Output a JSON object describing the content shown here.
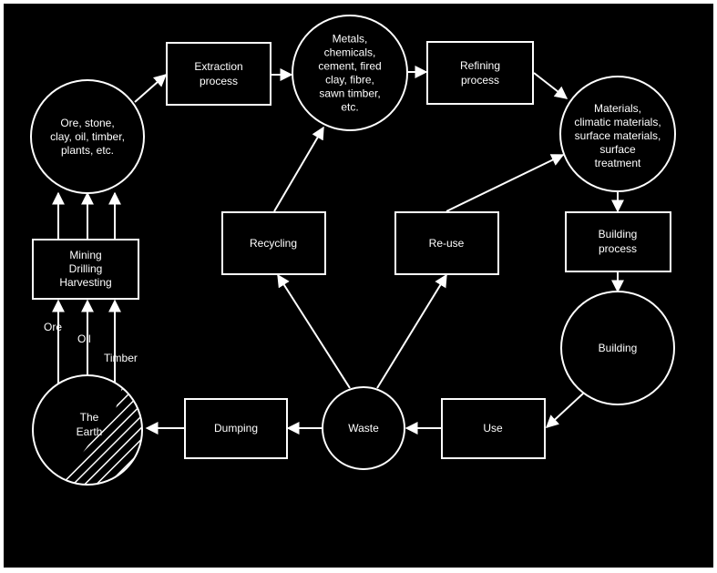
{
  "colors": {
    "background": "#000000",
    "foreground": "#ffffff",
    "frame": "#ffffff"
  },
  "diagram": {
    "nodes": {
      "raw": [
        "Ore, stone,",
        "clay, oil, timber,",
        "plants, etc."
      ],
      "extraction": [
        "Extraction",
        "process"
      ],
      "metals": [
        "Metals,",
        "chemicals,",
        "cement, fired",
        "clay, fibre,",
        "sawn timber,",
        "etc."
      ],
      "refining": [
        "Refining",
        "process"
      ],
      "materials": [
        "Materials,",
        "climatic materials,",
        "surface materials,",
        "surface",
        "treatment"
      ],
      "building_process": [
        "Building",
        "process"
      ],
      "building": [
        "Building"
      ],
      "use": [
        "Use"
      ],
      "waste": [
        "Waste"
      ],
      "dumping": [
        "Dumping"
      ],
      "earth": [
        "The",
        "Earth"
      ],
      "mining": [
        "Mining",
        "Drilling",
        "Harvesting"
      ],
      "recycling": [
        "Recycling"
      ],
      "reuse": [
        "Re-use"
      ]
    },
    "labels": {
      "ore": "Ore",
      "oil": "Oil",
      "timber": "Timber"
    }
  }
}
